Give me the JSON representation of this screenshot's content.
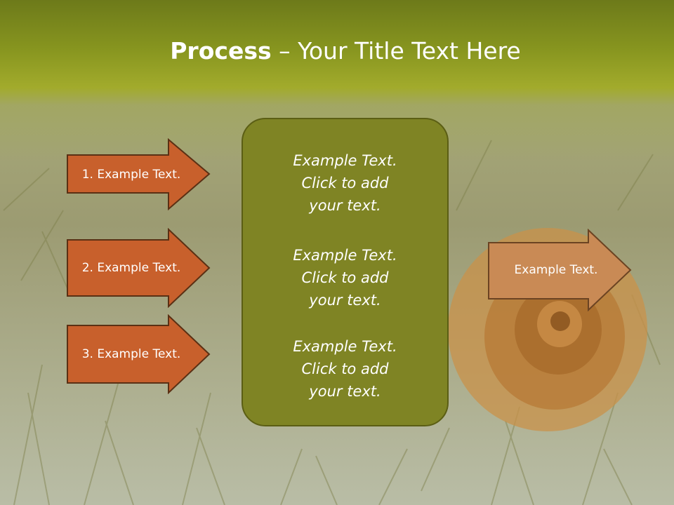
{
  "title": {
    "bold": "Process",
    "rest": " – Your Title Text Here"
  },
  "left_steps": [
    "1. Example Text.",
    "2. Example Text.",
    "3. Example Text."
  ],
  "center": {
    "blocks": [
      {
        "line1": "Example Text.",
        "line2": "Click  to add",
        "line3": "your text."
      },
      {
        "line1": "Example Text.",
        "line2": "Click  to add",
        "line3": "your text."
      },
      {
        "line1": "Example Text.",
        "line2": "Click  to add",
        "line3": "your text."
      }
    ]
  },
  "right_output": "Example Text.",
  "colors": {
    "left_arrow_fill": "#c8602c",
    "left_arrow_border": "#5a3014",
    "right_arrow_fill": "#c98a55",
    "center_box_fill": "#7f8424",
    "title_band": "#87951f"
  }
}
